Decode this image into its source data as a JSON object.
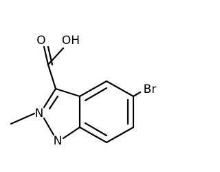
{
  "molecule": {
    "atoms": {
      "oxygen_carbonyl": "O",
      "hydroxyl": "OH",
      "bromine": "Br",
      "nitrogen_2": "N",
      "nitrogen_1": "N"
    },
    "colors": {
      "bond": "#000000",
      "label": "#000000",
      "background": "#ffffff"
    }
  }
}
